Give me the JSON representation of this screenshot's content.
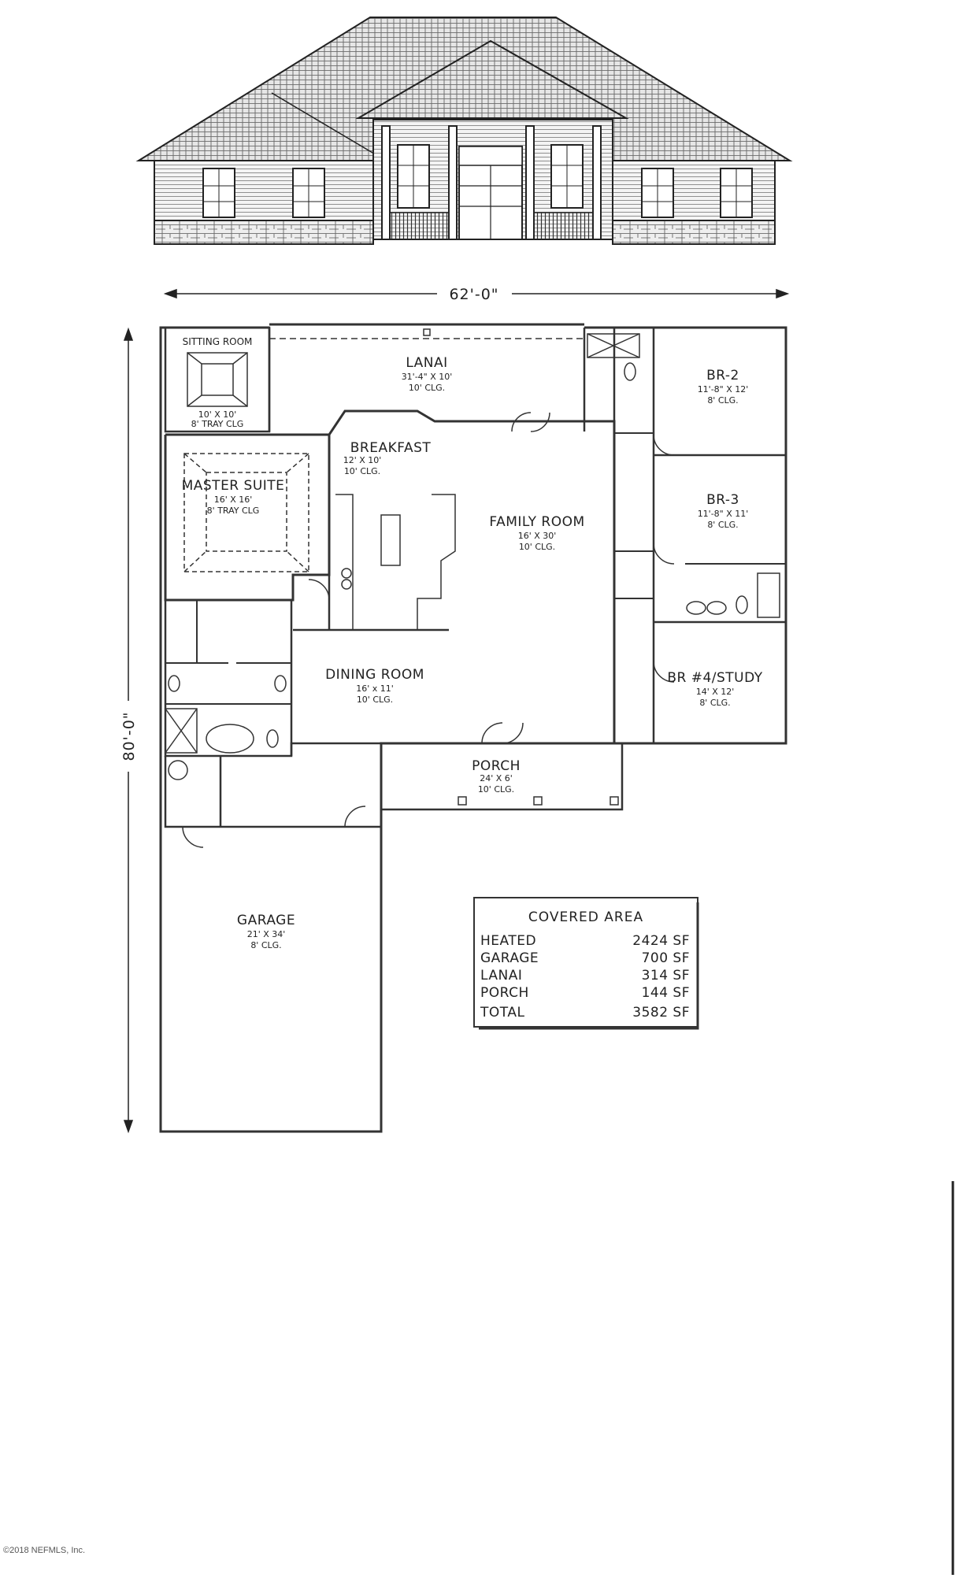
{
  "drawing": {
    "width_dimension": "62'-0\"",
    "depth_dimension": "80'-0\""
  },
  "rooms": {
    "sitting_room": {
      "name": "SITTING ROOM",
      "size": "10' X 10'",
      "ceiling": "8' TRAY CLG"
    },
    "lanai": {
      "name": "LANAI",
      "size": "31'-4\" X 10'",
      "ceiling": "10' CLG."
    },
    "br2": {
      "name": "BR-2",
      "size": "11'-8\" X 12'",
      "ceiling": "8' CLG."
    },
    "breakfast": {
      "name": "BREAKFAST",
      "size": "12' X 10'",
      "ceiling": "10' CLG."
    },
    "master_suite": {
      "name": "MASTER SUITE",
      "size": "16' X 16'",
      "ceiling": "8' TRAY CLG"
    },
    "family_room": {
      "name": "FAMILY ROOM",
      "size": "16' X 30'",
      "ceiling": "10' CLG."
    },
    "br3": {
      "name": "BR-3",
      "size": "11'-8\" X 11'",
      "ceiling": "8' CLG."
    },
    "dining_room": {
      "name": "DINING ROOM",
      "size": "16' x 11'",
      "ceiling": "10' CLG."
    },
    "br4_study": {
      "name": "BR #4/STUDY",
      "size": "14' X 12'",
      "ceiling": "8' CLG."
    },
    "porch": {
      "name": "PORCH",
      "size": "24' X 6'",
      "ceiling": "10' CLG."
    },
    "garage": {
      "name": "GARAGE",
      "size": "21' X 34'",
      "ceiling": "8' CLG."
    }
  },
  "covered_area": {
    "title": "COVERED AREA",
    "rows": [
      {
        "label": "HEATED",
        "value": "2424 SF"
      },
      {
        "label": "GARAGE",
        "value": "700 SF"
      },
      {
        "label": "LANAI",
        "value": "314 SF"
      },
      {
        "label": "PORCH",
        "value": "144 SF"
      },
      {
        "label": "TOTAL",
        "value": "3582 SF"
      }
    ]
  },
  "footer": {
    "copyright": "©2018 NEFMLS, Inc."
  }
}
